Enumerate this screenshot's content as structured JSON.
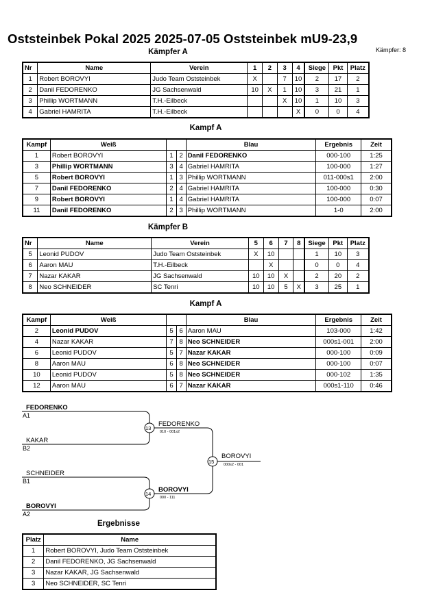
{
  "header": {
    "title": "Oststeinbek Pokal 2025  2025-07-05  Oststeinbek   mU9-23,9",
    "fighter_count": "Kämpfer: 8"
  },
  "pool_a": {
    "heading": "Kämpfer A",
    "columns": [
      "Nr",
      "Name",
      "Verein",
      "1",
      "2",
      "3",
      "4",
      "Siege",
      "Pkt",
      "Platz"
    ],
    "rows": [
      {
        "nr": "1",
        "name": "Robert BOROVYI",
        "verein": "Judo Team Oststeinbek",
        "s1": "X",
        "s2": "",
        "s3": "7",
        "s4": "10",
        "siege": "2",
        "pkt": "17",
        "platz": "2"
      },
      {
        "nr": "2",
        "name": "Danil FEDORENKO",
        "verein": "JG Sachsenwald",
        "s1": "10",
        "s2": "X",
        "s3": "1",
        "s4": "10",
        "siege": "3",
        "pkt": "21",
        "platz": "1"
      },
      {
        "nr": "3",
        "name": "Phillip WORTMANN",
        "verein": "T.H.-Eilbeck",
        "s1": "",
        "s2": "",
        "s3": "X",
        "s4": "10",
        "siege": "1",
        "pkt": "10",
        "platz": "3"
      },
      {
        "nr": "4",
        "name": "Gabriel HAMRITA",
        "verein": "T.H.-Eilbeck",
        "s1": "",
        "s2": "",
        "s3": "",
        "s4": "X",
        "siege": "0",
        "pkt": "0",
        "platz": "4"
      }
    ]
  },
  "fights_a": {
    "heading": "Kampf A",
    "columns": [
      "Kampf",
      "Weiß",
      "Blau",
      "Ergebnis",
      "Zeit"
    ],
    "rows": [
      {
        "kampf": "1",
        "weiss": "Robert BOROVYI",
        "w_nr": "1",
        "b_nr": "2",
        "blau": "Danil FEDORENKO",
        "winner": "blau",
        "ergebnis": "000-100",
        "zeit": "1:25"
      },
      {
        "kampf": "3",
        "weiss": "Phillip WORTMANN",
        "w_nr": "3",
        "b_nr": "4",
        "blau": "Gabriel HAMRITA",
        "winner": "weiss",
        "ergebnis": "100-000",
        "zeit": "1:27"
      },
      {
        "kampf": "5",
        "weiss": "Robert BOROVYI",
        "w_nr": "1",
        "b_nr": "3",
        "blau": "Phillip WORTMANN",
        "winner": "weiss",
        "ergebnis": "011-000s1",
        "zeit": "2:00"
      },
      {
        "kampf": "7",
        "weiss": "Danil FEDORENKO",
        "w_nr": "2",
        "b_nr": "4",
        "blau": "Gabriel HAMRITA",
        "winner": "weiss",
        "ergebnis": "100-000",
        "zeit": "0:30"
      },
      {
        "kampf": "9",
        "weiss": "Robert BOROVYI",
        "w_nr": "1",
        "b_nr": "4",
        "blau": "Gabriel HAMRITA",
        "winner": "weiss",
        "ergebnis": "100-000",
        "zeit": "0:07"
      },
      {
        "kampf": "11",
        "weiss": "Danil FEDORENKO",
        "w_nr": "2",
        "b_nr": "3",
        "blau": "Phillip WORTMANN",
        "winner": "weiss",
        "ergebnis": "1-0",
        "zeit": "2:00"
      }
    ]
  },
  "pool_b": {
    "heading": "Kämpfer B",
    "columns": [
      "Nr",
      "Name",
      "Verein",
      "5",
      "6",
      "7",
      "8",
      "Siege",
      "Pkt",
      "Platz"
    ],
    "rows": [
      {
        "nr": "5",
        "name": "Leonid PUDOV",
        "verein": "Judo Team Oststeinbek",
        "s1": "X",
        "s2": "10",
        "s3": "",
        "s4": "",
        "siege": "1",
        "pkt": "10",
        "platz": "3"
      },
      {
        "nr": "6",
        "name": "Aaron MAU",
        "verein": "T.H.-Eilbeck",
        "s1": "",
        "s2": "X",
        "s3": "",
        "s4": "",
        "siege": "0",
        "pkt": "0",
        "platz": "4"
      },
      {
        "nr": "7",
        "name": "Nazar KAKAR",
        "verein": "JG Sachsenwald",
        "s1": "10",
        "s2": "10",
        "s3": "X",
        "s4": "",
        "siege": "2",
        "pkt": "20",
        "platz": "2"
      },
      {
        "nr": "8",
        "name": "Neo SCHNEIDER",
        "verein": "SC Tenri",
        "s1": "10",
        "s2": "10",
        "s3": "5",
        "s4": "X",
        "siege": "3",
        "pkt": "25",
        "platz": "1"
      }
    ]
  },
  "fights_b": {
    "heading": "Kampf A",
    "columns": [
      "Kampf",
      "Weiß",
      "Blau",
      "Ergebnis",
      "Zeit"
    ],
    "rows": [
      {
        "kampf": "2",
        "weiss": "Leonid PUDOV",
        "w_nr": "5",
        "b_nr": "6",
        "blau": "Aaron MAU",
        "winner": "weiss",
        "ergebnis": "103-000",
        "zeit": "1:42"
      },
      {
        "kampf": "4",
        "weiss": "Nazar KAKAR",
        "w_nr": "7",
        "b_nr": "8",
        "blau": "Neo SCHNEIDER",
        "winner": "blau",
        "ergebnis": "000s1-001",
        "zeit": "2:00"
      },
      {
        "kampf": "6",
        "weiss": "Leonid PUDOV",
        "w_nr": "5",
        "b_nr": "7",
        "blau": "Nazar KAKAR",
        "winner": "blau",
        "ergebnis": "000-100",
        "zeit": "0:09"
      },
      {
        "kampf": "8",
        "weiss": "Aaron MAU",
        "w_nr": "6",
        "b_nr": "8",
        "blau": "Neo SCHNEIDER",
        "winner": "blau",
        "ergebnis": "000-100",
        "zeit": "0:07"
      },
      {
        "kampf": "10",
        "weiss": "Leonid PUDOV",
        "w_nr": "5",
        "b_nr": "8",
        "blau": "Neo SCHNEIDER",
        "winner": "blau",
        "ergebnis": "000-102",
        "zeit": "1:35"
      },
      {
        "kampf": "12",
        "weiss": "Aaron MAU",
        "w_nr": "6",
        "b_nr": "7",
        "blau": "Nazar KAKAR",
        "winner": "blau",
        "ergebnis": "000s1-110",
        "zeit": "0:46"
      }
    ]
  },
  "bracket": {
    "sf1_top": {
      "name": "FEDORENKO",
      "seed": "A1"
    },
    "sf1_bottom": {
      "name": "KAKAR",
      "seed": "B2"
    },
    "sf2_top": {
      "name": "SCHNEIDER",
      "seed": "B1"
    },
    "sf2_bottom": {
      "name": "BOROVYI",
      "seed": "A2"
    },
    "sf1": {
      "fight": "13",
      "winner": "FEDORENKO",
      "score": "010 - 001s2"
    },
    "sf2": {
      "fight": "14",
      "winner": "BOROVYI",
      "score": "000 - 111"
    },
    "final": {
      "fight": "15",
      "winner": "BOROVYI",
      "score": "000s2 - 001"
    }
  },
  "results": {
    "heading": "Ergebnisse",
    "columns": [
      "Platz",
      "Name"
    ],
    "rows": [
      {
        "platz": "1",
        "name": "Robert BOROVYI, Judo Team Oststeinbek"
      },
      {
        "platz": "2",
        "name": "Danil FEDORENKO, JG Sachsenwald"
      },
      {
        "platz": "3",
        "name": "Nazar KAKAR, JG Sachsenwald"
      },
      {
        "platz": "3",
        "name": "Neo SCHNEIDER, SC Tenri"
      }
    ]
  }
}
